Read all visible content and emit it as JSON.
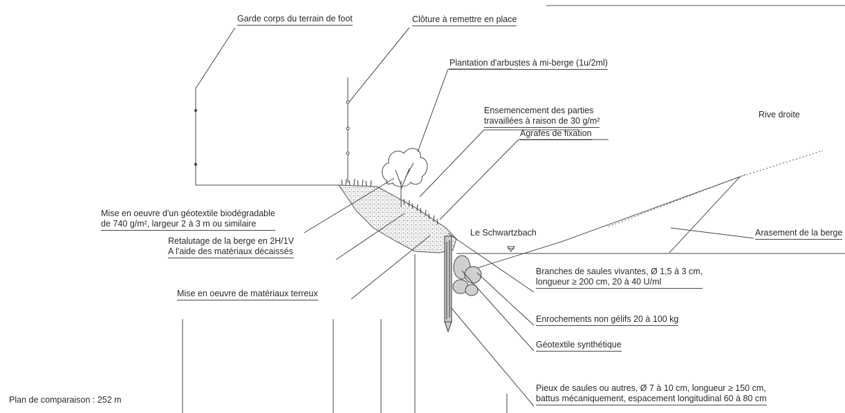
{
  "labels": {
    "garde_corps": "Garde corps du terrain de foot",
    "cloture": "Clôture à remettre en place",
    "plantation": "Plantation d'arbustes à mi-berge (1u/2ml)",
    "ensemencement_1": "Ensemencement des parties",
    "ensemencement_2": "travaillées à raison de 30 g/m²",
    "rive_droite": "Rive droite",
    "agrafes": "Agrafes de fixation",
    "geotextile_bio_1": "Mise en oeuvre d'un géotextile biodégradable",
    "geotextile_bio_2": "de 740 g/m², largeur 2 à 3 m ou similaire",
    "retalutage_1": "Retalutage de la berge en 2H/1V",
    "retalutage_2": "A l'aide des matériaux décaissés",
    "materiaux_terreux": "Mise en oeuvre de matériaux terreux",
    "schwartzbach": "Le Schwartzbach",
    "arasement": "Arasement de la berge",
    "branches_1": "Branches de saules vivantes, Ø 1,5 à 3 cm,",
    "branches_2": "longueur ≥ 200 cm, 20 à 40 U/ml",
    "enrochements": "Enrochements non gélifs 20 à 100 kg",
    "geotextile_synth": "Géotextile synthétique",
    "pieux_1": "Pieux de saules ou autres, Ø 7 à 10 cm, longueur ≥ 150 cm,",
    "pieux_2": "battus mécaniquement, espacement longitudinal 60 à 80 cm",
    "plan_comparaison": "Plan de comparaison : 252 m"
  },
  "colors": {
    "ink": "#2a2a2a",
    "line": "#444444",
    "fill_soil": "#d9d9d9"
  }
}
